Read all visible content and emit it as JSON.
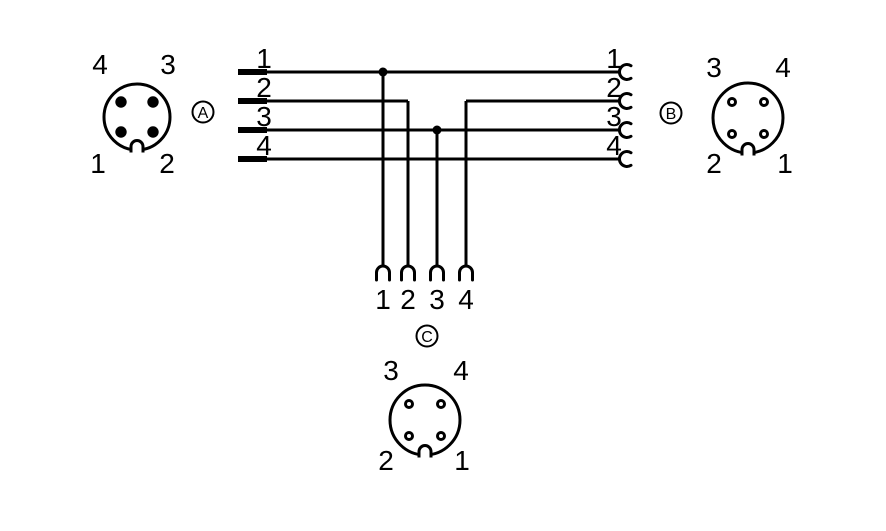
{
  "diagram_type": "connector-wiring-pinout",
  "colors": {
    "line": "#000000",
    "background": "#ffffff"
  },
  "connectors": {
    "a": {
      "ref_label": "A",
      "style": "male-pins",
      "pin_labels": {
        "top_left": "4",
        "top_right": "3",
        "bottom_left": "1",
        "bottom_right": "2"
      }
    },
    "b": {
      "ref_label": "B",
      "style": "female-sockets",
      "pin_labels": {
        "top_left": "3",
        "top_right": "4",
        "bottom_left": "2",
        "bottom_right": "1"
      }
    },
    "c": {
      "ref_label": "C",
      "style": "female-sockets",
      "pin_labels": {
        "top_left": "3",
        "top_right": "4",
        "bottom_left": "2",
        "bottom_right": "1"
      }
    }
  },
  "wiring": {
    "a_side_pin_numbers": [
      "1",
      "2",
      "3",
      "4"
    ],
    "b_side_pin_numbers": [
      "1",
      "2",
      "3",
      "4"
    ],
    "c_side_pin_numbers": [
      "1",
      "2",
      "3",
      "4"
    ],
    "connections": [
      {
        "wire": "1",
        "from": "A1",
        "to": "B1, C1"
      },
      {
        "wire": "2",
        "from": "A2",
        "to": "C2"
      },
      {
        "wire": "3",
        "from": "A3",
        "to": "B3, C3"
      },
      {
        "wire": "4",
        "from": "A4",
        "to": "B4"
      },
      {
        "wire": "5",
        "from": "B2",
        "to": "C4"
      }
    ]
  }
}
